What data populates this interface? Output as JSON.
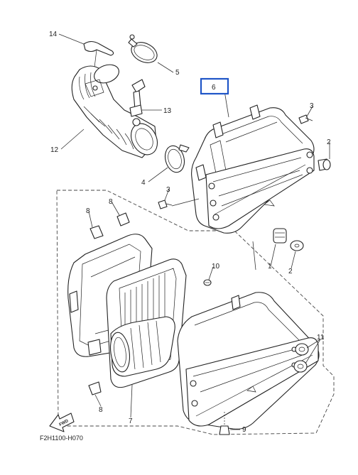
{
  "diagram": {
    "code": "F2H1100-H070",
    "direction_label": "FWD",
    "highlighted_part": "6",
    "highlight_color": "#1f55c7",
    "callouts": [
      "14",
      "5",
      "13",
      "12",
      "4",
      "6",
      "3",
      "2",
      "3",
      "1",
      "2",
      "8",
      "8",
      "10",
      "8",
      "7",
      "11",
      "9"
    ]
  }
}
